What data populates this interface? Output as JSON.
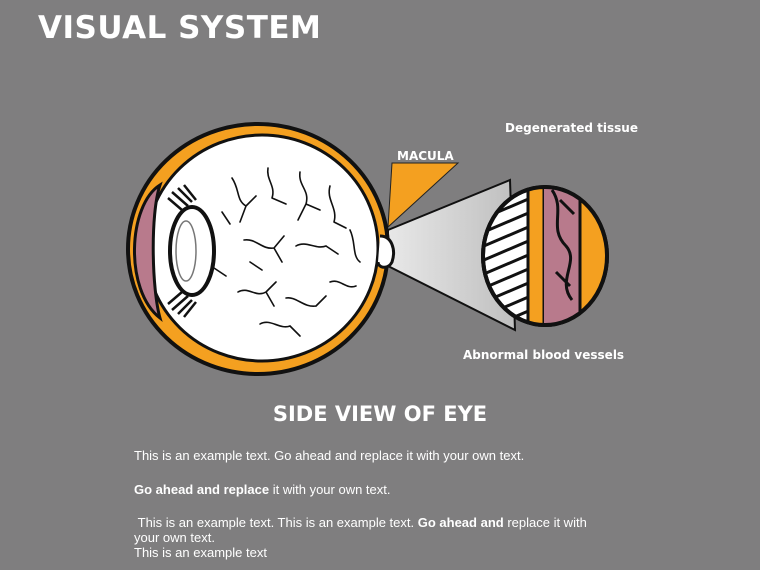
{
  "title": "VISUAL SYSTEM",
  "labels": {
    "degenerated": "Degenerated tissue",
    "macula": "MACULA",
    "vessels": "Abnormal blood vessels"
  },
  "subtitle": "SIDE VIEW OF EYE",
  "body": {
    "p1": "This is an example text. Go ahead and replace it with your own text.",
    "p2_bold": "Go ahead and replace",
    "p2_rest": " it with your own text.",
    "p3_start": " This is an example text. This is an example text. ",
    "p3_bold": "Go ahead and",
    "p3_rest": " replace it with your own text.",
    "p4": "This is an example text"
  },
  "colors": {
    "background": "#7f7e7f",
    "accent": "#f4a020",
    "tissue": "#b87a8c",
    "text": "#ffffff"
  }
}
